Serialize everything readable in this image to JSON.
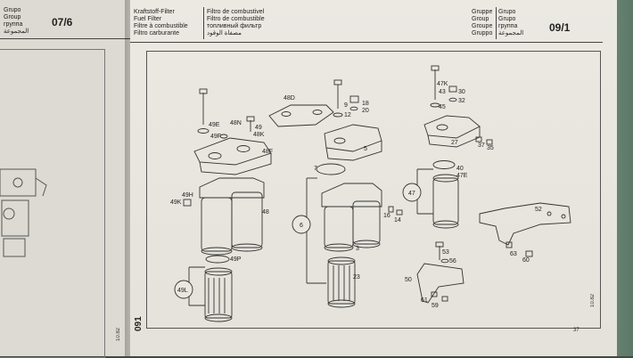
{
  "left_page": {
    "header_lines": [
      "Grupo",
      "Group",
      "группа",
      "المجموعة"
    ],
    "page_label": "07/6",
    "footer_small": "10.82"
  },
  "right_page": {
    "title_lines_de_en": [
      "Kraftstoff-Filter",
      "Fuel Filter",
      "Filtre à combustible",
      "Filtro carburante"
    ],
    "title_lines_es_ru": [
      "Filtro de combustivel",
      "Filtro de combustible",
      "топливный фильтр",
      "مصفاة الوقود"
    ],
    "group_lines_a": [
      "Gruppe",
      "Group",
      "Groupe",
      "Gruppo"
    ],
    "group_lines_b": [
      "Grupo",
      "Grupo",
      "группа",
      "المجموعة"
    ],
    "page_label": "09/1",
    "footer_left": "091",
    "footer_right": "37",
    "footer_side": "10.82"
  },
  "callouts": {
    "c49E": "49E",
    "c48N": "48N",
    "c49": "49",
    "c48K": "48K",
    "c49F": "49F",
    "c48D": "48D",
    "c48F": "48F",
    "c9": "9",
    "c18": "18",
    "c20": "20",
    "c12": "12",
    "c5": "5",
    "c47K": "47K",
    "c43": "43",
    "c30": "30",
    "c45": "45",
    "c32": "32",
    "c27": "27",
    "c37": "37",
    "c35": "35",
    "c7": "7",
    "c49H": "49H",
    "c49K": "49K",
    "c48": "48",
    "c6": "6",
    "c16": "16",
    "c14": "14",
    "c3": "3",
    "c40": "40",
    "c47E": "47E",
    "c47": "47",
    "c52": "52",
    "c63": "63",
    "c60": "60",
    "c49P": "49P",
    "c49L": "49L",
    "c23": "23",
    "c53": "53",
    "c56": "56",
    "c50": "50",
    "c61": "61",
    "c59": "59"
  }
}
